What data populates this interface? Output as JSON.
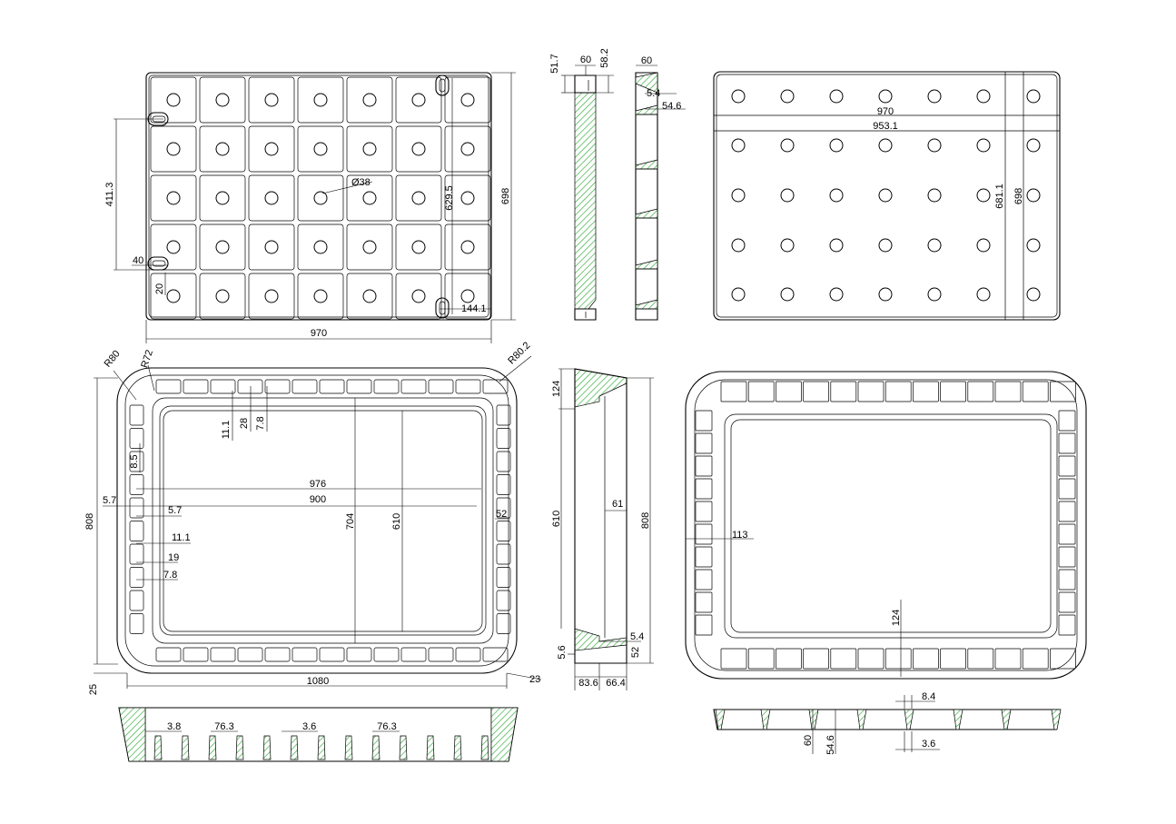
{
  "colors": {
    "line": "#000000",
    "hatch": "#3cb043",
    "background": "#ffffff"
  },
  "views": {
    "top_left": {
      "dims": [
        "411.3",
        "629.5",
        "698",
        "970",
        "40",
        "20",
        "144.1",
        "Ø38"
      ]
    },
    "section_a": {
      "dims": [
        "51.7",
        "60",
        "58.2"
      ]
    },
    "section_b": {
      "dims": [
        "60",
        "5.4",
        "54.6"
      ]
    },
    "top_right": {
      "dims": [
        "970",
        "953.1",
        "681.1",
        "698"
      ]
    },
    "plan_left": {
      "dims": [
        "R80",
        "R72",
        "R80.2",
        "11.1",
        "28",
        "7.8",
        "8.5",
        "976",
        "900",
        "5.7",
        "5.7",
        "52",
        "704",
        "610",
        "11.1",
        "19",
        "7.8",
        "808",
        "25",
        "1080",
        "23"
      ]
    },
    "side_mid": {
      "dims": [
        "124",
        "61",
        "610",
        "808",
        "5.4",
        "5.6",
        "52",
        "83.6",
        "66.4"
      ]
    },
    "plan_right": {
      "dims": [
        "113",
        "124"
      ]
    },
    "bottom_left": {
      "dims": [
        "3.8",
        "76.3",
        "3.6",
        "76.3"
      ]
    },
    "bottom_right": {
      "dims": [
        "8.4",
        "60",
        "54.6",
        "3.6"
      ]
    }
  }
}
